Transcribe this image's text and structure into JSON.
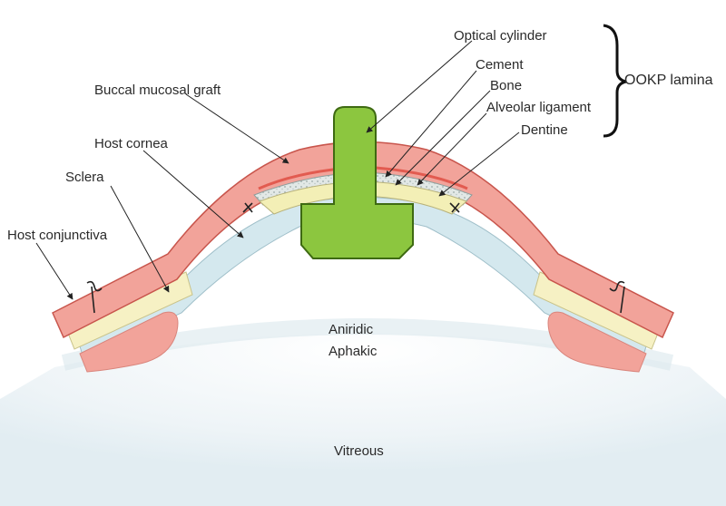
{
  "labels": {
    "optical_cylinder": "Optical cylinder",
    "cement": "Cement",
    "bone": "Bone",
    "alveolar_ligament": "Alveolar ligament",
    "dentine": "Dentine",
    "ookp_lamina": "OOKP lamina",
    "buccal_mucosal_graft": "Buccal mucosal graft",
    "host_cornea": "Host cornea",
    "sclera": "Sclera",
    "host_conjunctiva": "Host conjunctiva",
    "aniridic": "Aniridic",
    "aphakic": "Aphakic",
    "vitreous": "Vitreous"
  },
  "colors": {
    "mucosa": "#f2a39a",
    "mucosa_outline": "#c8554c",
    "mucosa_inner": "#e8675c",
    "sclera": "#f6f1c4",
    "cornea": "#d4e8ee",
    "bone": "#dfe6e6",
    "dentine": "#f3efb6",
    "cylinder": "#8cc63f",
    "cylinder_outline": "#3e6a12",
    "vitreous": "#e9f1f5",
    "line": "#333333"
  }
}
